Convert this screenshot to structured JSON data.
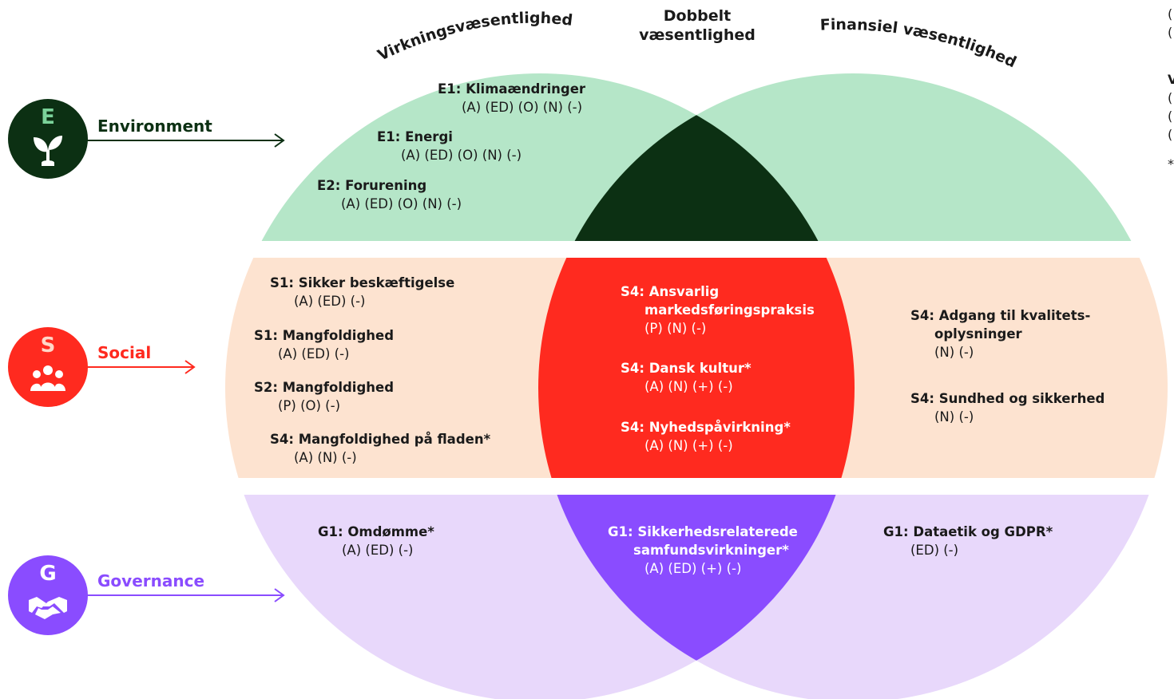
{
  "headers": {
    "left": "Virkningsvæsentlighed",
    "center_line1": "Dobbelt",
    "center_line2": "væsentlighed",
    "right": "Finansiel væsentlighed"
  },
  "colors": {
    "env_light": "#b5e6c8",
    "env_dark": "#0c3013",
    "env_letter": "#7bd39a",
    "social_light": "#fde3d0",
    "social_strong": "#ff2a1f",
    "gov_light": "#e8d8fb",
    "gov_strong": "#8a4cff"
  },
  "categories": {
    "environment": {
      "letter": "E",
      "label": "Environment",
      "icon": "plant-icon"
    },
    "social": {
      "letter": "S",
      "label": "Social",
      "icon": "people-icon"
    },
    "governance": {
      "letter": "G",
      "label": "Governance",
      "icon": "handshake-icon"
    }
  },
  "environment_items": [
    {
      "title": "E1: Klimaændringer",
      "codes": "(A) (ED) (O) (N) (-)"
    },
    {
      "title": "E1: Energi",
      "codes": "(A) (ED) (O) (N) (-)"
    },
    {
      "title": "E2: Forurening",
      "codes": "(A) (ED) (O) (N) (-)"
    }
  ],
  "social_left": [
    {
      "title": "S1: Sikker beskæftigelse",
      "codes": "(A) (ED) (-)"
    },
    {
      "title": "S1: Mangfoldighed",
      "codes": "(A) (ED) (-)"
    },
    {
      "title": "S2: Mangfoldighed",
      "codes": "(P) (O) (-)"
    },
    {
      "title": "S4: Mangfoldighed på fladen*",
      "codes": "(A) (N) (-)"
    }
  ],
  "social_center": [
    {
      "title": "S4: Ansvarlig",
      "title2": "markedsføringspraksis",
      "codes": "(P) (N) (-)"
    },
    {
      "title": "S4: Dansk kultur*",
      "codes": "(A) (N) (+) (-)"
    },
    {
      "title": "S4: Nyhedspåvirkning*",
      "codes": "(A) (N) (+) (-)"
    }
  ],
  "social_right": [
    {
      "title": "S4: Adgang til kvalitets-",
      "title2": "oplysninger",
      "codes": "(N) (-)"
    },
    {
      "title": "S4: Sundhed og sikkerhed",
      "codes": "(N) (-)"
    }
  ],
  "governance_left": [
    {
      "title": "G1: Omdømme*",
      "codes": "(A) (ED) (-)"
    }
  ],
  "governance_center": [
    {
      "title": "G1: Sikkerhedsrelaterede",
      "title2": "samfundsvirkninger*",
      "codes": "(A) (ED) (+) (-)"
    }
  ],
  "governance_right": [
    {
      "title": "G1: Dataetik og GDPR*",
      "codes": "(ED) (-)"
    }
  ],
  "legend_partial": {
    "line1": "(",
    "line2": "(",
    "heading": "V",
    "line3": "(",
    "line4": "(",
    "line5": "(",
    "note": "*"
  }
}
